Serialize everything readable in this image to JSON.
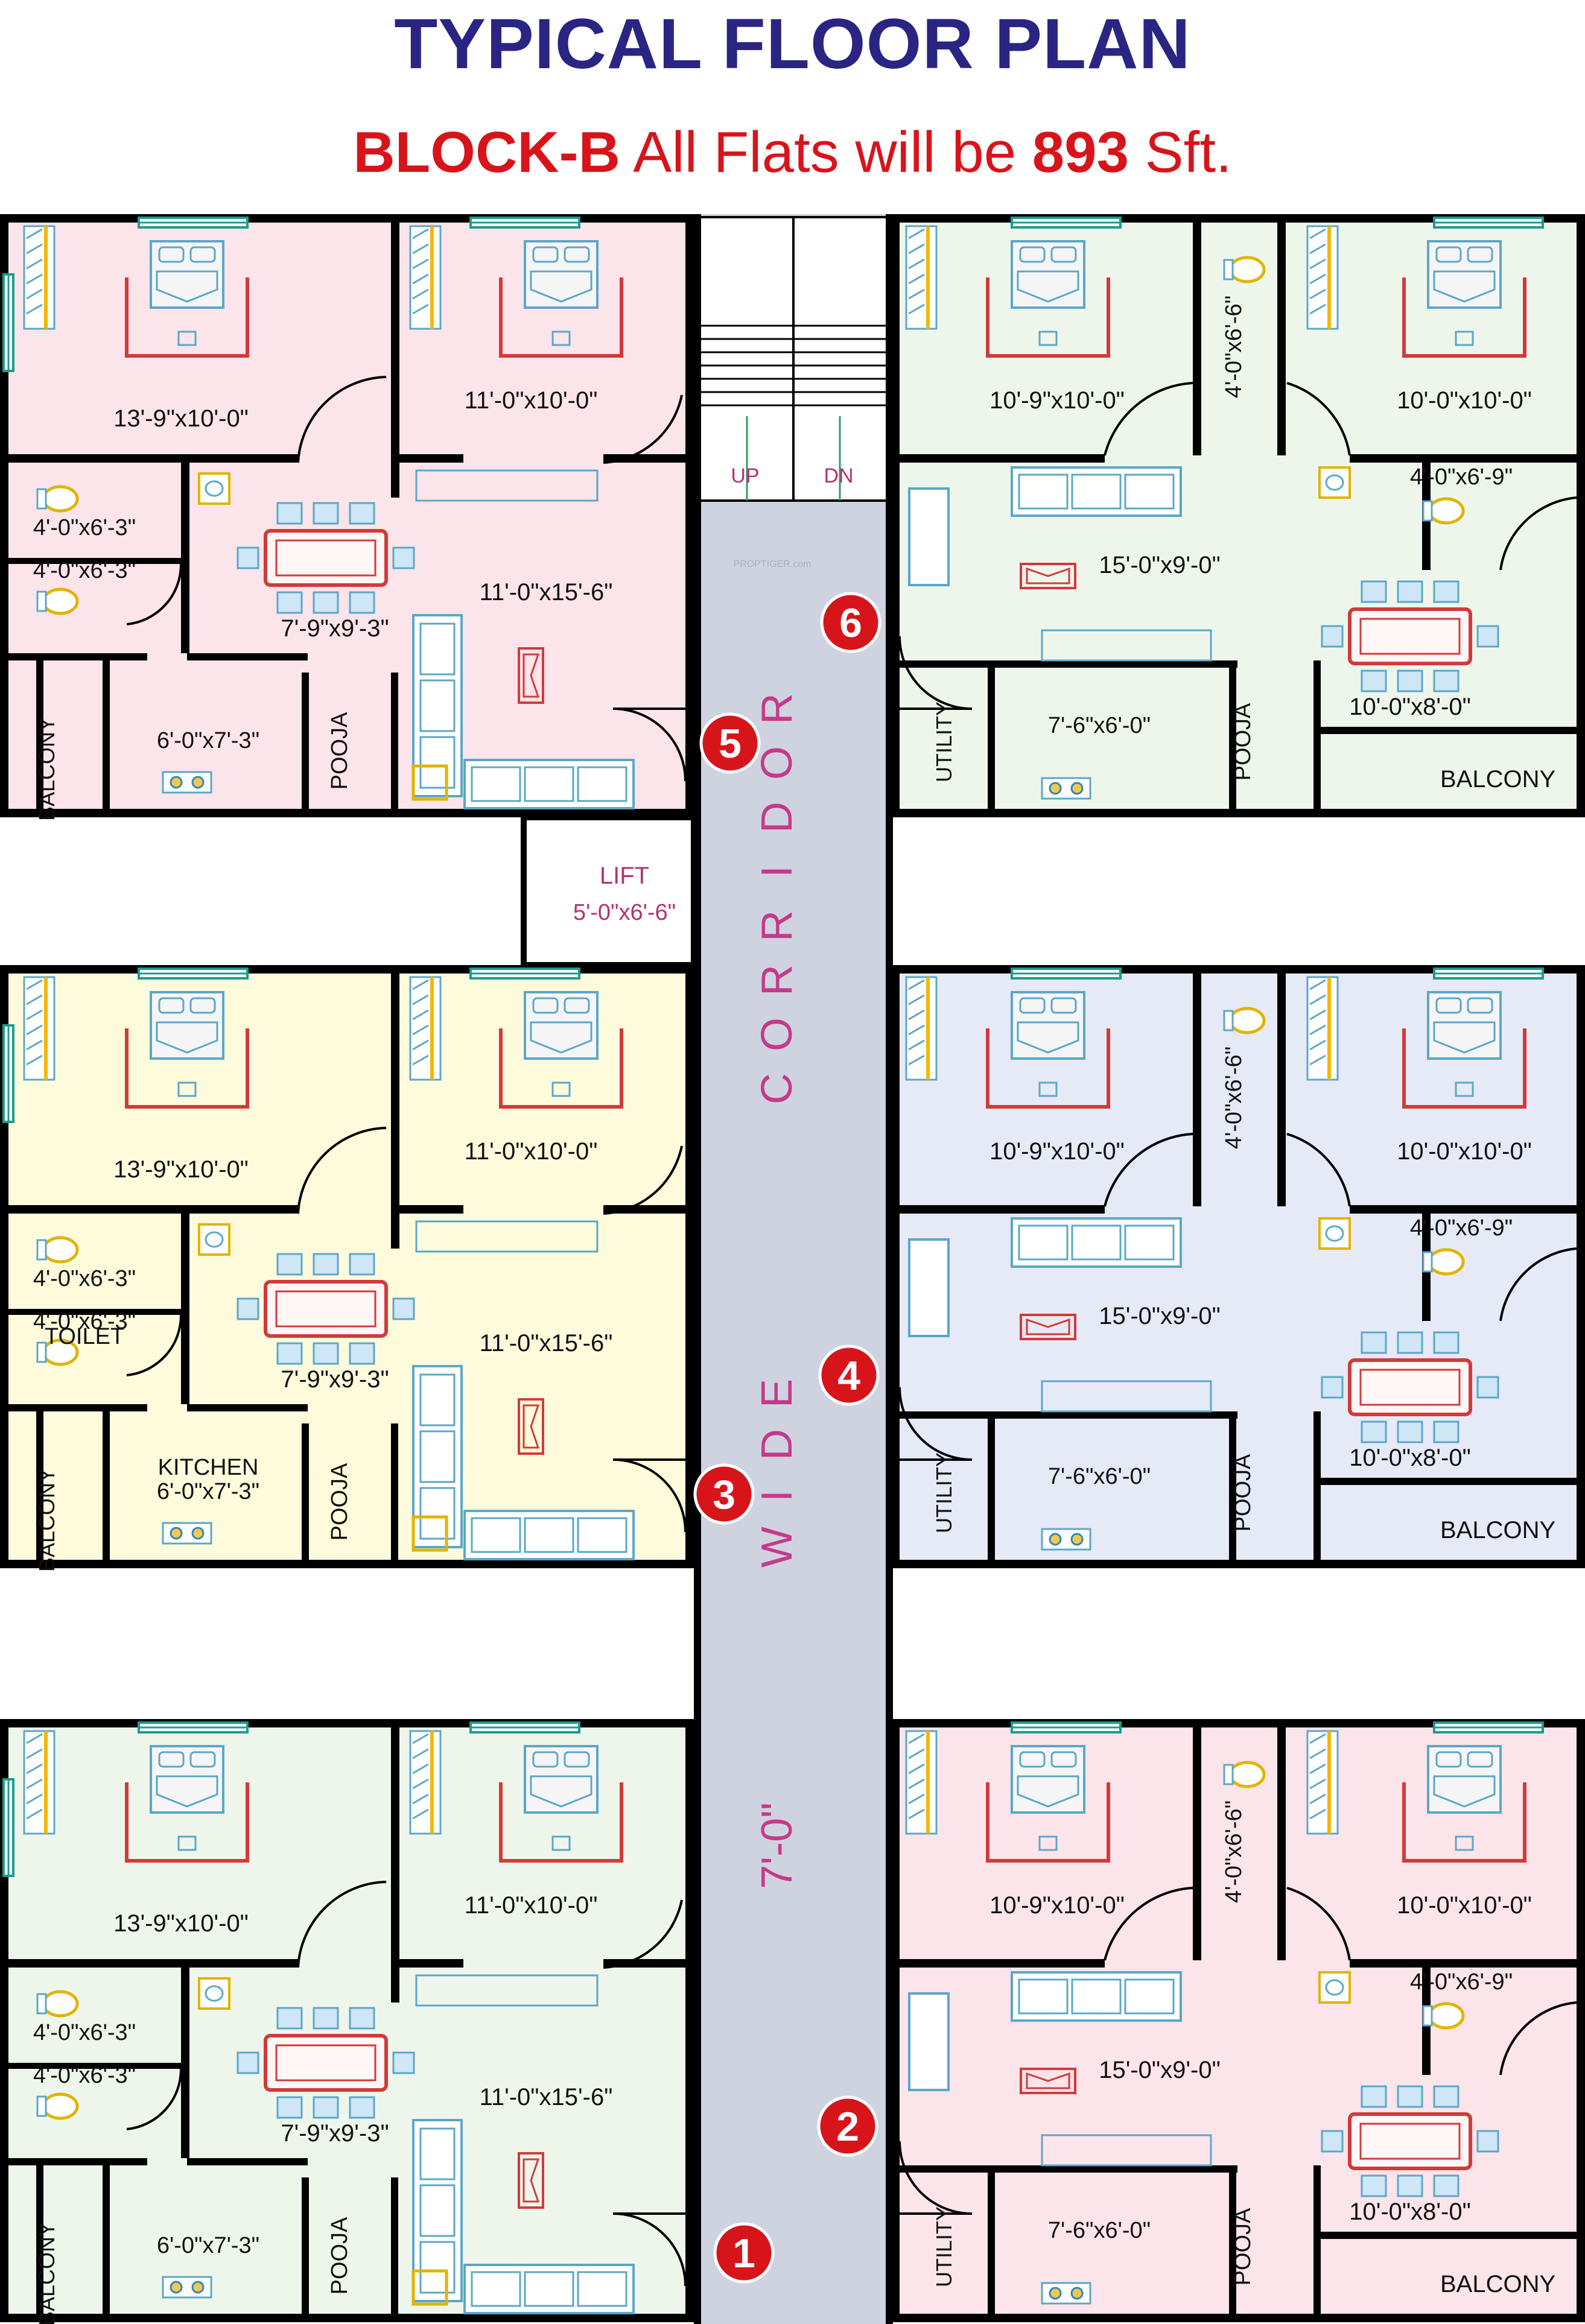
{
  "title": "TYPICAL FLOOR PLAN",
  "subtitle": {
    "block": "BLOCK-B",
    "middle": " All Flats will be ",
    "size": "893",
    "unit": " Sft."
  },
  "corridor": {
    "letters": [
      "C",
      "O",
      "R",
      "R",
      "I",
      "D",
      "O",
      "R"
    ],
    "wide_letters": [
      "W",
      "I",
      "D",
      "E"
    ],
    "width": "7'-0\""
  },
  "stairs": {
    "up": "UP",
    "down": "DN"
  },
  "lift": {
    "label": "LIFT",
    "size": "5'-0\"x6'-6\""
  },
  "watermark": "PROPTIGER.com",
  "flat_numbers": [
    "1",
    "2",
    "3",
    "4",
    "5",
    "6"
  ],
  "left_flat": {
    "bed1": "13'-9\"x10'-0\"",
    "bed2": "11'-0\"x10'-0\"",
    "toilet1": "4'-0\"x6'-3\"",
    "toilet2": "4'-0\"x6'-3\"",
    "dining": "7'-9\"x9'-3\"",
    "living": "11'-0\"x15'-6\"",
    "kitchen": "6'-0\"x7'-3\"",
    "balcony": "BALCONY",
    "pooja": "POOJA",
    "toilet_label": "TOILET",
    "kitchen_label": "KITCHEN"
  },
  "right_flat": {
    "bed1": "10'-9\"x10'-0\"",
    "bed2": "10'-0\"x10'-0\"",
    "toilet_v": "4'-0\"x6'-6\"",
    "toilet2": "4'-0\"x6'-9\"",
    "living": "15'-0\"x9'-0\"",
    "dining": "10'-0\"x8'-0\"",
    "kitchen": "7'-6\"x6'-0\"",
    "utility": "UTILITY",
    "pooja": "POOJA",
    "balcony": "BALCONY"
  },
  "colors": {
    "pink": "#fbe4ea",
    "cream": "#fdfbdc",
    "mint": "#eef6ec",
    "lavender": "#e6e9f6",
    "corridor": "#cfd3e0",
    "title": "#2a2483",
    "accent": "#d8141b",
    "corridor_text": "#c43a8a"
  }
}
